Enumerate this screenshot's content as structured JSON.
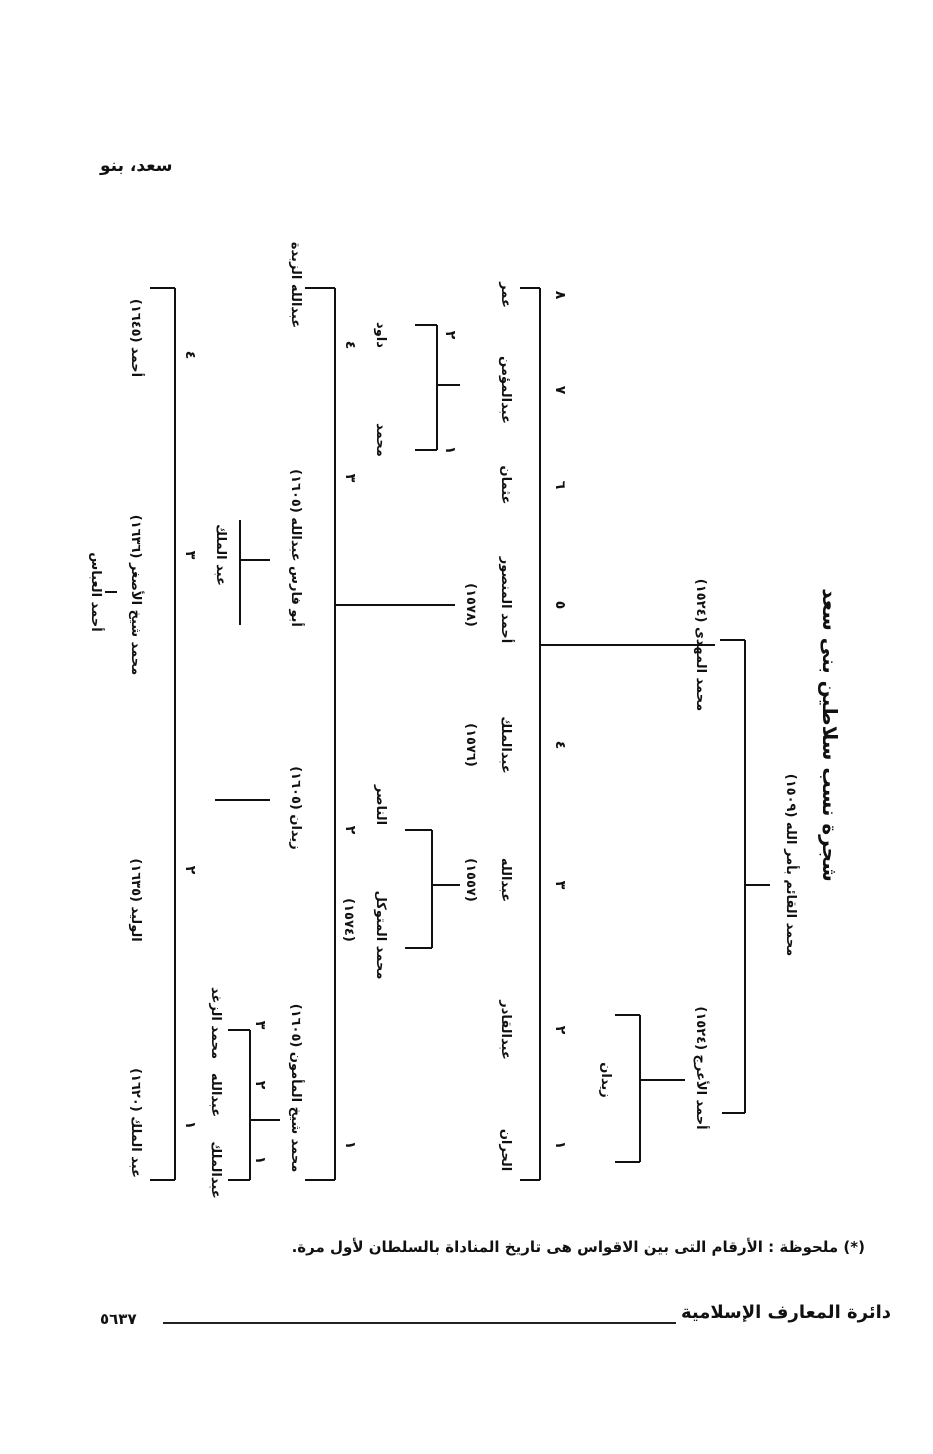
{
  "header": {
    "running_title": "سعد، بنو"
  },
  "tree": {
    "title": "شجرة نسب سلاطين بنى سعد",
    "root": "محمد القائم بأمر الله (١٥٠٩)",
    "gen1": [
      "محمد المهدى (١٥٢٤)",
      "أحمد الأعرج (١٥٢٤)"
    ],
    "araj_child": "زيدان",
    "gen3": {
      "numbers": [
        "٨",
        "٧",
        "٦",
        "٥",
        "٤",
        "٣",
        "٢",
        "١"
      ],
      "names": [
        "عمر",
        "عبدالمؤمن",
        "عثمان",
        "أحمد المنصور",
        "عبدالملك",
        "عبدالله",
        "عبدالقادر",
        "الحران"
      ],
      "dates": {
        "mansur": "(١٥٧٨)",
        "abdalmalik": "(١٥٧٦)",
        "abdallah": "(١٥٥٧)"
      }
    },
    "abdulmumin_children": {
      "numbers": [
        "٢",
        "١"
      ],
      "names": [
        "داود",
        "محمد"
      ]
    },
    "abdallah_children": {
      "names": [
        "الناصر",
        "محمد المتوكل"
      ],
      "mutawakkil_date": "(١٥٧٤)"
    },
    "gen4": {
      "numbers": [
        "٤",
        "٣",
        "٢",
        "١"
      ],
      "names": [
        "عبدالله الزبدة",
        "أبو فارس عبدالله (١٦٠٥)",
        "زيدان (١٦٠٥)",
        "محمد شيخ المأمون (١٦٠٥)"
      ]
    },
    "abufaris_child": "عبد الملك",
    "mamun_children": {
      "numbers": [
        "٣",
        "٢",
        "١"
      ],
      "names": [
        "محمد الزغد",
        "عبدالله",
        "عبدالملك"
      ]
    },
    "gen5": {
      "numbers": [
        "٤",
        "٣",
        "٢",
        "١"
      ],
      "names": [
        "أحمد (١٦٤٥)",
        "محمد شيخ الأصغر (١٦٣٦)",
        "الوليد (١٦٣٥)",
        "عبد الملك (١٦٢٠)"
      ]
    },
    "saghir_child": "أحمد العباس"
  },
  "note": "(*) ملحوظة : الأرقام التى بين الاقواس هى تاريخ المناداة بالسلطان لأول مرة.",
  "footer": {
    "title": "دائرة المعارف الإسلامية",
    "page_number": "٥٦٣٧"
  }
}
